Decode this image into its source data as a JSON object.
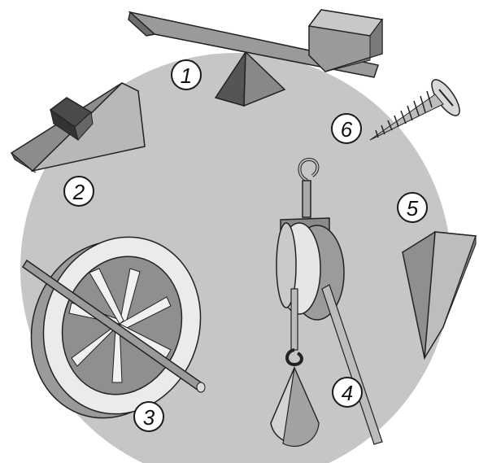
{
  "diagram": {
    "colors": {
      "background_disc": "#c6c6c6",
      "outline": "#1a1a1a",
      "label_fill": "#ffffff"
    },
    "machines": [
      {
        "number": "1",
        "name": "lever"
      },
      {
        "number": "2",
        "name": "inclined-plane"
      },
      {
        "number": "3",
        "name": "wheel-and-axle"
      },
      {
        "number": "4",
        "name": "pulley"
      },
      {
        "number": "5",
        "name": "wedge"
      },
      {
        "number": "6",
        "name": "screw"
      }
    ]
  }
}
